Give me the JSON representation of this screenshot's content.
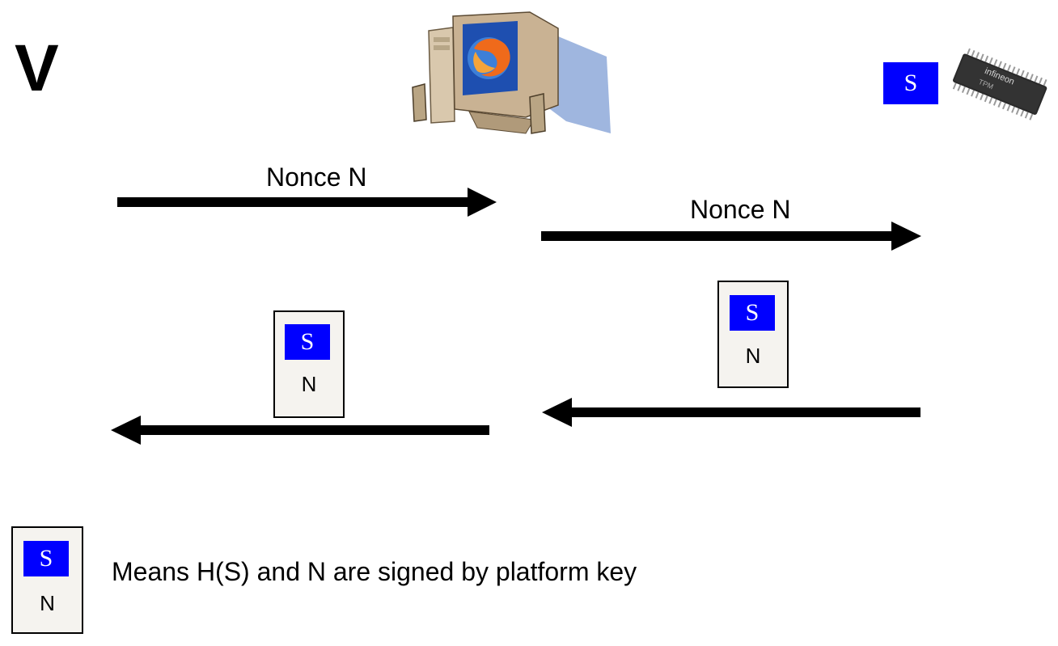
{
  "verifier": {
    "label": "V"
  },
  "tpm": {
    "key_label": "S",
    "chip_brand": "infineon",
    "chip_model": "TPM"
  },
  "messages": {
    "nonce_to_host": "Nonce N",
    "nonce_to_tpm": "Nonce N"
  },
  "signed_quote": {
    "key_label": "S",
    "nonce_label": "N"
  },
  "legend": {
    "key_label": "S",
    "nonce_label": "N",
    "description": "Means H(S) and N are signed by platform key"
  },
  "colors": {
    "key_blue": "#0000ff",
    "box_fill": "#f5f3ef",
    "arrow": "#000000"
  }
}
